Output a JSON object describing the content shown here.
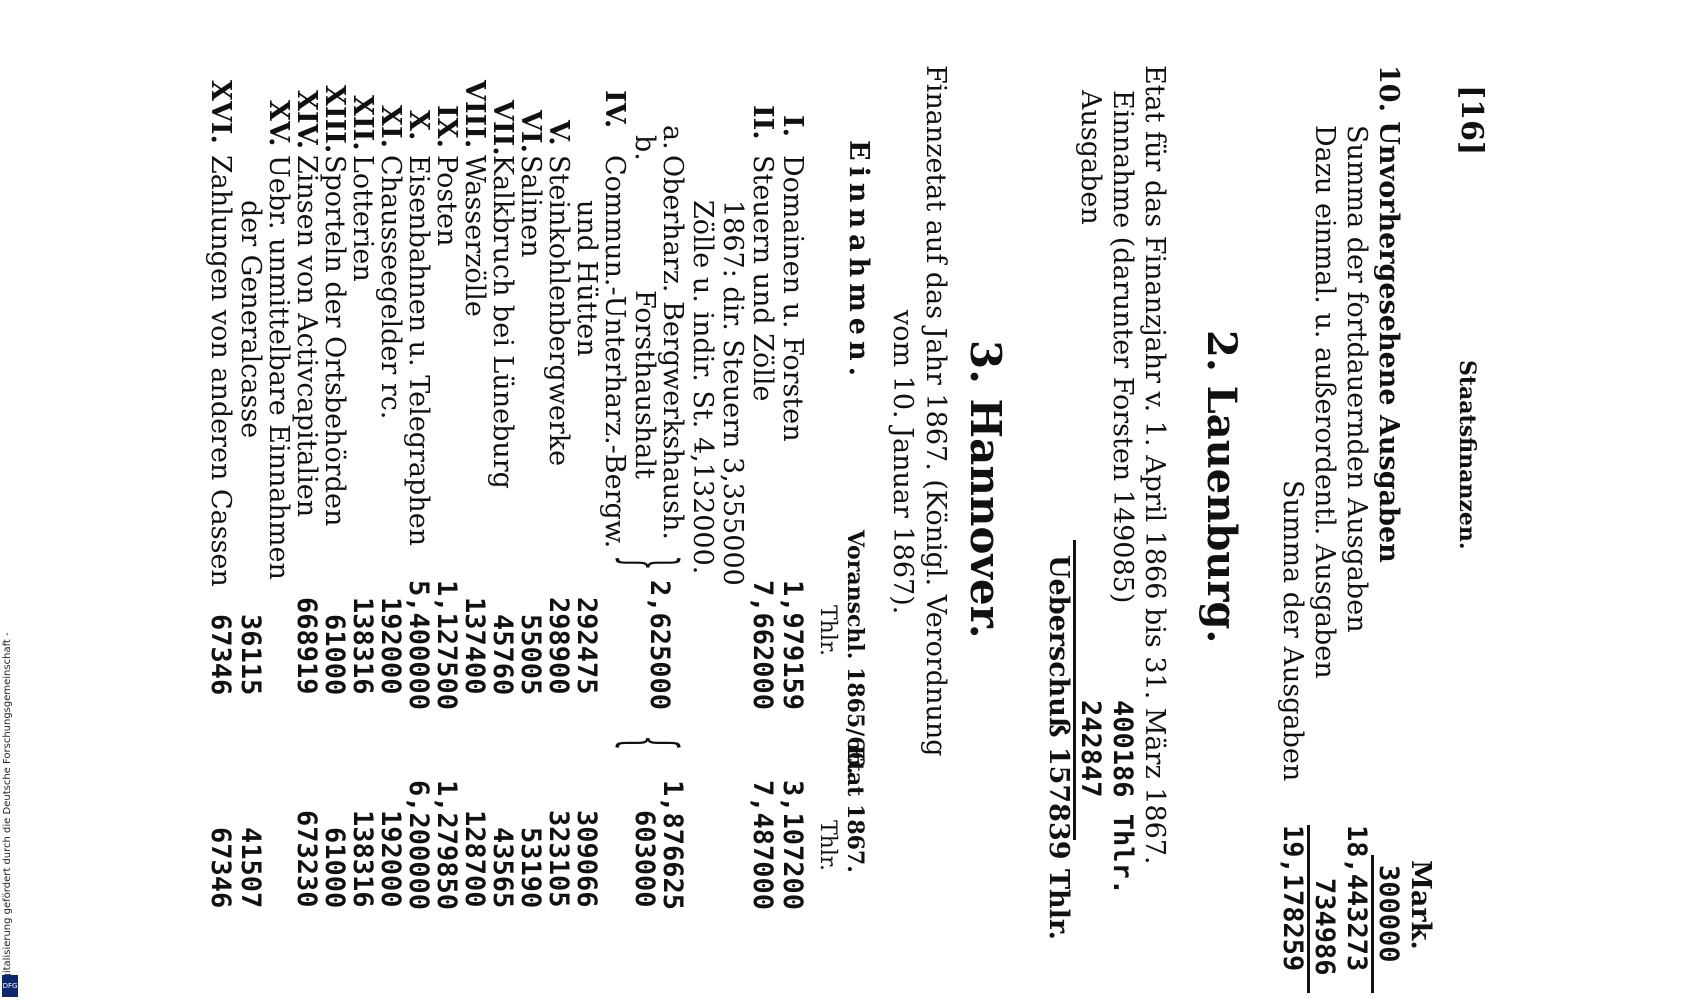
{
  "header": {
    "page_number": "[16]",
    "running_title": "Staatsfinanzen."
  },
  "section1": {
    "label": "10. Unvorhergesehene Ausgaben",
    "unit": "Mark.",
    "value": "300000",
    "sum_fortdauernd_label": "Summa der fortdauernden Ausgaben",
    "sum_fortdauernd_value": "18,443273",
    "einmal_label": "Dazu einmal. u. außerordentl. Ausgaben",
    "einmal_value": "734986",
    "total_label": "Summa der Ausgaben",
    "total_value": "19,178259"
  },
  "section2": {
    "heading": "2. Lauenburg.",
    "etat_line": "Etat für das Finanzjahr v. 1. April 1866 bis 31. März 1867.",
    "einnahme_label": "Einnahme (darunter Forsten 149085)",
    "einnahme_value": "400186 Thlr.",
    "ausgaben_label": "Ausgaben",
    "ausgaben_value": "242847",
    "ueberschuss": "Ueberschuß 157839 Thlr."
  },
  "section3": {
    "heading": "3. Hannover.",
    "intro_line1": "Finanzetat auf das Jahr 1867. (Königl. Verordnung",
    "intro_line2": "vom 10. Januar 1867).",
    "einnahmen_heading": "Einnahmen.",
    "col1_header": "Voranschl. 1865/66.",
    "col1_unit": "Thlr.",
    "col2_header": "Etat 1867.",
    "col2_unit": "Thlr.",
    "rows": [
      {
        "num": "I.",
        "label": "Domainen u. Forsten",
        "v1": "1,979159",
        "v2": "3,107200"
      },
      {
        "num": "II.",
        "label": "Steuern und Zölle",
        "v1": "7,662000",
        "v2": "7,487000"
      },
      {
        "num": "",
        "label": "1867: dir. Steuern 3,355000",
        "v1": "",
        "v2": ""
      },
      {
        "num": "",
        "label": "Zölle u. indir. St. 4,132000.",
        "v1": "",
        "v2": ""
      },
      {
        "num": "a.",
        "label": "Oberharz. Bergwerkshaush.",
        "v1": "",
        "v2": ""
      },
      {
        "num": "b.",
        "label": "Forsthaushalt",
        "v1": "",
        "v2": ""
      },
      {
        "num": "IV.",
        "label": "Commun.-Unterharz.-Bergw.",
        "v1": "",
        "v2": ""
      },
      {
        "num": "",
        "label": "und Hütten",
        "v1": "292475",
        "v2": "309066"
      },
      {
        "num": "V.",
        "label": "Steinkohlenbergwerke",
        "v1": "298900",
        "v2": "323105"
      },
      {
        "num": "VI.",
        "label": "Salinen",
        "v1": "55005",
        "v2": "53190"
      },
      {
        "num": "VII.",
        "label": "Kalkbruch bei Lüneburg",
        "v1": "45760",
        "v2": "43565"
      },
      {
        "num": "VIII.",
        "label": "Wasserzölle",
        "v1": "137400",
        "v2": "128700"
      },
      {
        "num": "IX.",
        "label": "Posten",
        "v1": "1,127500",
        "v2": "1,279850"
      },
      {
        "num": "X.",
        "label": "Eisenbahnen u. Telegraphen",
        "v1": "5,400000",
        "v2": "6,200000"
      },
      {
        "num": "XI.",
        "label": "Chausseegelder rc.",
        "v1": "192000",
        "v2": "192000"
      },
      {
        "num": "XII.",
        "label": "Lotterien",
        "v1": "138316",
        "v2": "138316"
      },
      {
        "num": "XIII.",
        "label": "Sporteln der Ortsbehörden",
        "v1": "61000",
        "v2": "61000"
      },
      {
        "num": "XIV.",
        "label": "Zinsen von Activcapitalien",
        "v1": "668919",
        "v2": "673230"
      },
      {
        "num": "XV.",
        "label": "Uebr. unmittelbare Einnahmen",
        "v1": "",
        "v2": ""
      },
      {
        "num": "",
        "label": "der Generalcasse",
        "v1": "36115",
        "v2": "41507"
      },
      {
        "num": "XVI.",
        "label": "Zahlungen von anderen Cassen",
        "v1": "67346",
        "v2": "67346"
      }
    ],
    "brace_v1": "2,625000",
    "brace_v2a": "1,876625",
    "brace_v2b": "603000"
  },
  "credit": {
    "text": "Digitalisierung gefördert durch die Deutsche Forschungsgemeinschaft -",
    "logo": "DFG"
  }
}
